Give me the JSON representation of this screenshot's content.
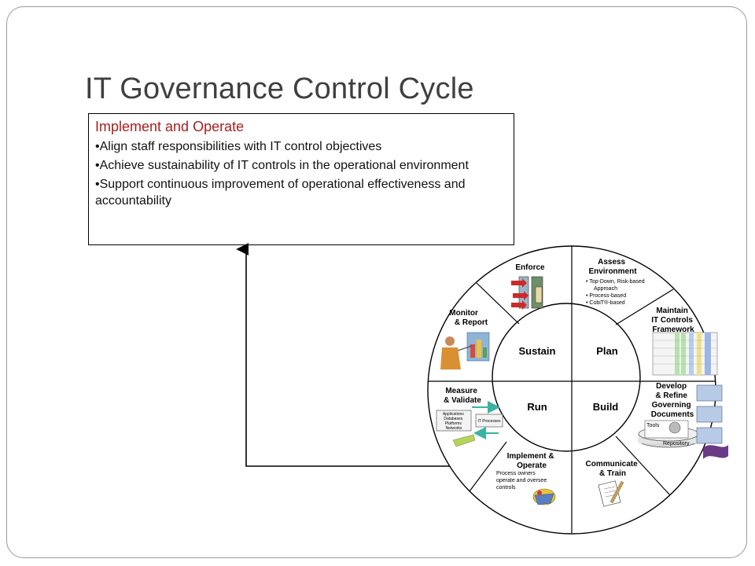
{
  "title": "IT Governance Control Cycle",
  "callout": {
    "heading": "Implement and Operate",
    "bullets": [
      "•Align staff responsibilities with IT control objectives",
      "•Achieve sustainability of IT controls in the operational environment",
      "•Support continuous improvement of operational effectiveness and accountability"
    ]
  },
  "cycle": {
    "inner": [
      "Sustain",
      "Plan",
      "Run",
      "Build"
    ],
    "outer": {
      "enforce": "Enforce",
      "assess": [
        "Assess",
        "Environment"
      ],
      "assess_items": [
        "• Top-Down, Risk-based",
        "Approach",
        "• Process-based",
        "• CobiT®-based"
      ],
      "maintain": [
        "Maintain",
        "IT Controls",
        "Framework"
      ],
      "develop": [
        "Develop",
        "& Refine",
        "Governing",
        "Documents"
      ],
      "communicate": [
        "Communicate",
        "& Train"
      ],
      "implement": [
        "Implement &",
        "Operate"
      ],
      "implement_note": [
        "Process owners",
        "operate and oversee",
        "controls"
      ],
      "measure": [
        "Measure",
        "& Validate"
      ],
      "monitor": [
        "Monitor",
        "& Report"
      ]
    },
    "measure_boxes": {
      "left": [
        "Applications",
        "Databases",
        "Platforms",
        "Networks"
      ],
      "right": "IT Processes"
    },
    "develop_labels": {
      "tools": "Tools",
      "repository": "Repository"
    }
  }
}
